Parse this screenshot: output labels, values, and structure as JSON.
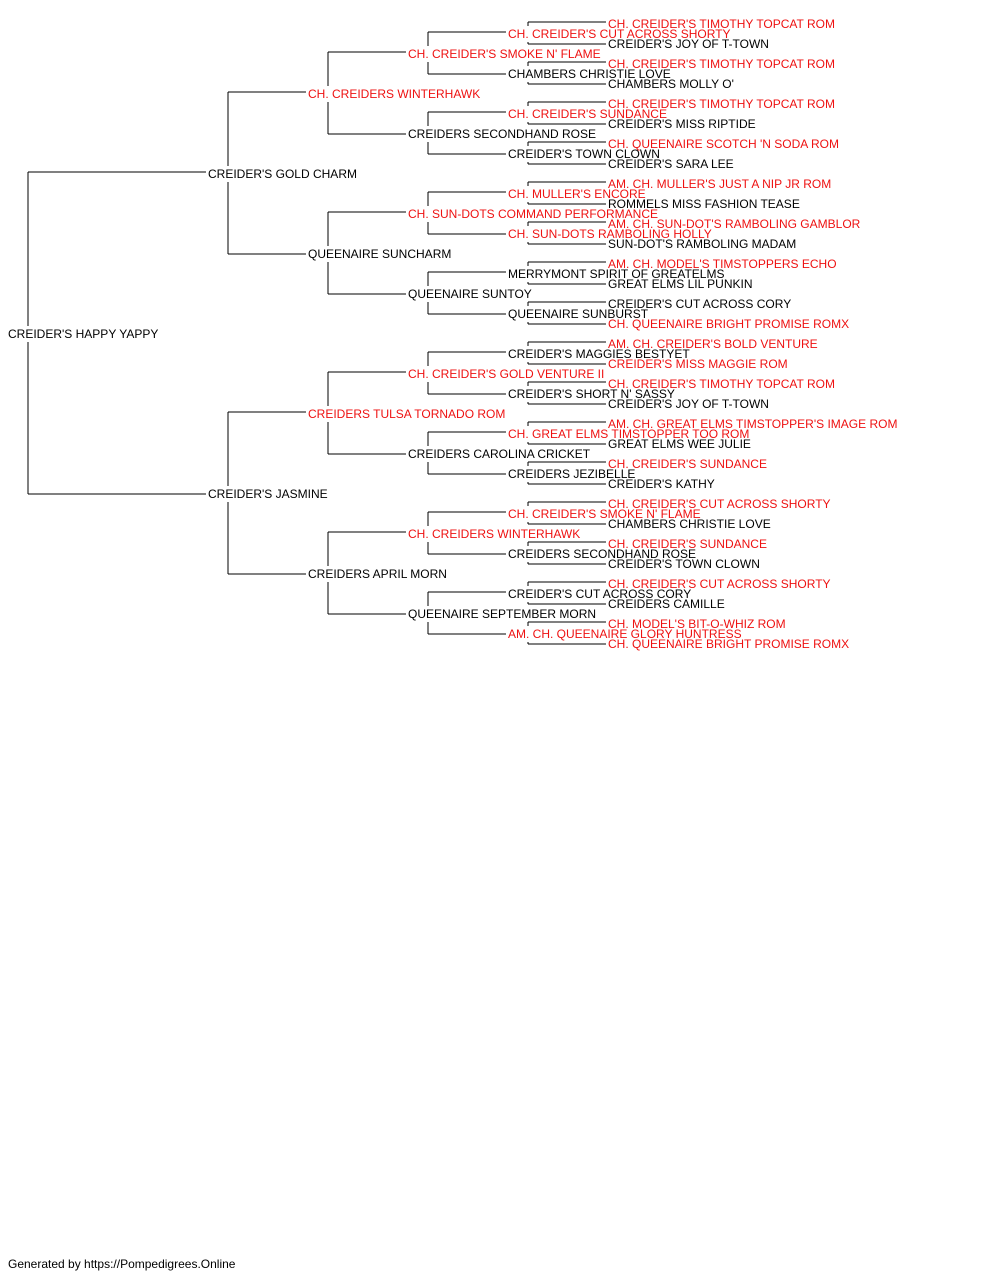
{
  "colors": {
    "champion": "#ee1111",
    "normal": "#000000",
    "line": "#000000"
  },
  "footer": "Generated by https://Pompedigrees.Online",
  "pedigree": [
    {
      "name": "CREIDER'S HAPPY YAPPY",
      "champion": false
    },
    {
      "name": "CREIDER'S GOLD CHARM",
      "champion": false
    },
    {
      "name": "CREIDER'S JASMINE",
      "champion": false
    },
    {
      "name": "CH. CREIDERS WINTERHAWK",
      "champion": true
    },
    {
      "name": "QUEENAIRE SUNCHARM",
      "champion": false
    },
    {
      "name": "CREIDERS TULSA TORNADO ROM",
      "champion": true
    },
    {
      "name": "CREIDERS APRIL MORN",
      "champion": false
    },
    {
      "name": "CH. CREIDER'S SMOKE N' FLAME",
      "champion": true
    },
    {
      "name": "CREIDERS SECONDHAND ROSE",
      "champion": false
    },
    {
      "name": "CH. SUN-DOTS COMMAND PERFORMANCE",
      "champion": true
    },
    {
      "name": "QUEENAIRE SUNTOY",
      "champion": false
    },
    {
      "name": "CH. CREIDER'S GOLD VENTURE II",
      "champion": true
    },
    {
      "name": "CREIDERS CAROLINA CRICKET",
      "champion": false
    },
    {
      "name": "CH. CREIDERS WINTERHAWK",
      "champion": true
    },
    {
      "name": "QUEENAIRE SEPTEMBER MORN",
      "champion": false
    },
    {
      "name": "CH. CREIDER'S CUT ACROSS SHORTY",
      "champion": true
    },
    {
      "name": "CHAMBERS CHRISTIE LOVE",
      "champion": false
    },
    {
      "name": "CH. CREIDER'S SUNDANCE",
      "champion": true
    },
    {
      "name": "CREIDER'S TOWN CLOWN",
      "champion": false
    },
    {
      "name": "CH. MULLER'S ENCORE",
      "champion": true
    },
    {
      "name": "CH. SUN-DOTS RAMBOLING HOLLY",
      "champion": true
    },
    {
      "name": "MERRYMONT SPIRIT OF GREATELMS",
      "champion": false
    },
    {
      "name": "QUEENAIRE SUNBURST",
      "champion": false
    },
    {
      "name": "CREIDER'S MAGGIES BESTYET",
      "champion": false
    },
    {
      "name": "CREIDER'S SHORT N' SASSY",
      "champion": false
    },
    {
      "name": "CH. GREAT ELMS TIMSTOPPER TOO ROM",
      "champion": true
    },
    {
      "name": "CREIDERS JEZIBELLE",
      "champion": false
    },
    {
      "name": "CH. CREIDER'S SMOKE N' FLAME",
      "champion": true
    },
    {
      "name": "CREIDERS SECONDHAND ROSE",
      "champion": false
    },
    {
      "name": "CREIDER'S CUT ACROSS CORY",
      "champion": false
    },
    {
      "name": "AM. CH. QUEENAIRE GLORY HUNTRESS",
      "champion": true
    },
    {
      "name": "CH. CREIDER'S TIMOTHY TOPCAT ROM",
      "champion": true
    },
    {
      "name": "CREIDER'S JOY OF T-TOWN",
      "champion": false
    },
    {
      "name": "CH. CREIDER'S TIMOTHY TOPCAT ROM",
      "champion": true
    },
    {
      "name": "CHAMBERS MOLLY O'",
      "champion": false
    },
    {
      "name": "CH. CREIDER'S TIMOTHY TOPCAT ROM",
      "champion": true
    },
    {
      "name": "CREIDER'S MISS RIPTIDE",
      "champion": false
    },
    {
      "name": "CH. QUEENAIRE SCOTCH 'N SODA ROM",
      "champion": true
    },
    {
      "name": "CREIDER'S SARA LEE",
      "champion": false
    },
    {
      "name": "AM. CH. MULLER'S JUST A NIP JR ROM",
      "champion": true
    },
    {
      "name": "ROMMELS MISS FASHION TEASE",
      "champion": false
    },
    {
      "name": "AM. CH. SUN-DOT'S RAMBOLING GAMBLOR",
      "champion": true
    },
    {
      "name": "SUN-DOT'S RAMBOLING MADAM",
      "champion": false
    },
    {
      "name": "AM. CH. MODEL'S TIMSTOPPERS ECHO",
      "champion": true
    },
    {
      "name": "GREAT ELMS LIL PUNKIN",
      "champion": false
    },
    {
      "name": "CREIDER'S CUT ACROSS CORY",
      "champion": false
    },
    {
      "name": "CH. QUEENAIRE BRIGHT PROMISE ROMX",
      "champion": true
    },
    {
      "name": "AM. CH. CREIDER'S BOLD VENTURE",
      "champion": true
    },
    {
      "name": "CREIDER'S MISS MAGGIE ROM",
      "champion": true
    },
    {
      "name": "CH. CREIDER'S TIMOTHY TOPCAT ROM",
      "champion": true
    },
    {
      "name": "CREIDER'S JOY OF T-TOWN",
      "champion": false
    },
    {
      "name": "AM. CH. GREAT ELMS TIMSTOPPER'S IMAGE ROM",
      "champion": true
    },
    {
      "name": "GREAT ELMS WEE JULIE",
      "champion": false
    },
    {
      "name": "CH. CREIDER'S SUNDANCE",
      "champion": true
    },
    {
      "name": "CREIDER'S KATHY",
      "champion": false
    },
    {
      "name": "CH. CREIDER'S CUT ACROSS SHORTY",
      "champion": true
    },
    {
      "name": "CHAMBERS CHRISTIE LOVE",
      "champion": false
    },
    {
      "name": "CH. CREIDER'S SUNDANCE",
      "champion": true
    },
    {
      "name": "CREIDER'S TOWN CLOWN",
      "champion": false
    },
    {
      "name": "CH. CREIDER'S CUT ACROSS SHORTY",
      "champion": true
    },
    {
      "name": "CREIDERS CAMILLE",
      "champion": false
    },
    {
      "name": "CH. MODEL'S BIT-O-WHIZ ROM",
      "champion": true
    },
    {
      "name": "CH. QUEENAIRE BRIGHT PROMISE ROMX",
      "champion": true
    }
  ]
}
